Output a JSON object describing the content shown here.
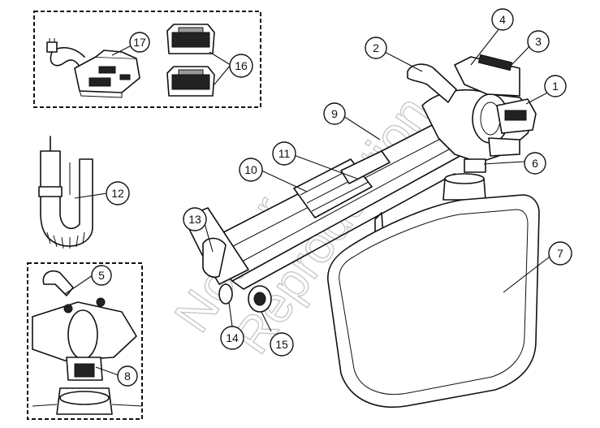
{
  "watermark": {
    "line1": "Not for",
    "line2": "Reproduction"
  },
  "callouts": [
    {
      "id": "c1",
      "label": "1"
    },
    {
      "id": "c2",
      "label": "2"
    },
    {
      "id": "c3",
      "label": "3"
    },
    {
      "id": "c4",
      "label": "4"
    },
    {
      "id": "c5",
      "label": "5"
    },
    {
      "id": "c6",
      "label": "6"
    },
    {
      "id": "c7",
      "label": "7"
    },
    {
      "id": "c8",
      "label": "8"
    },
    {
      "id": "c9",
      "label": "9"
    },
    {
      "id": "c10",
      "label": "10"
    },
    {
      "id": "c11",
      "label": "11"
    },
    {
      "id": "c12",
      "label": "12"
    },
    {
      "id": "c13",
      "label": "13"
    },
    {
      "id": "c14",
      "label": "14"
    },
    {
      "id": "c15",
      "label": "15"
    },
    {
      "id": "c16",
      "label": "16"
    },
    {
      "id": "c17",
      "label": "17"
    }
  ]
}
